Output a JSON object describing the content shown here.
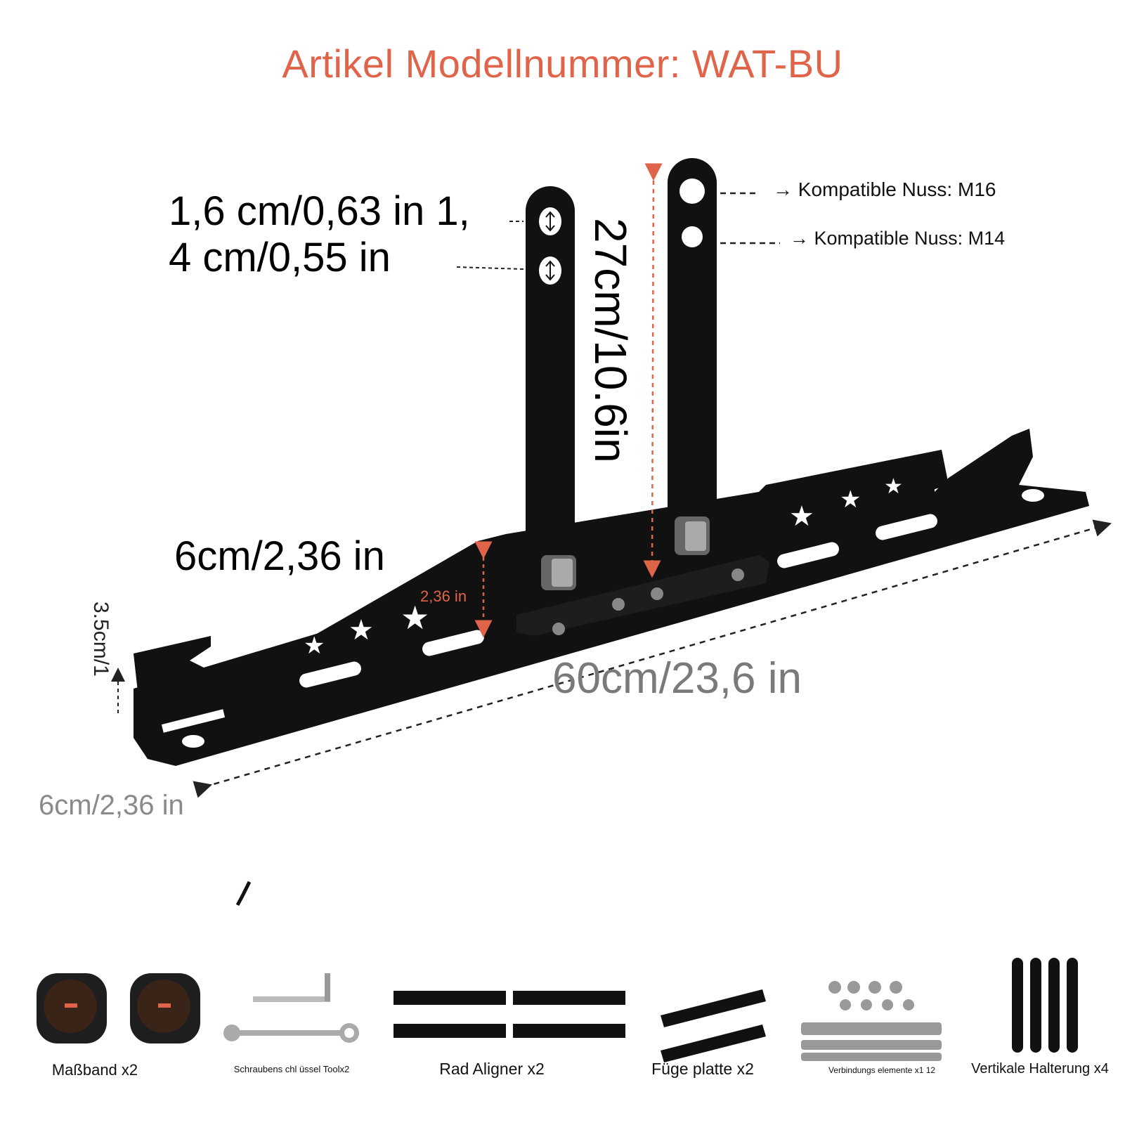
{
  "title": "Artikel Modellnummer: WAT-BU",
  "dimensions": {
    "hole_sizes_line1": "1,6 cm/0,63 in 1,",
    "hole_sizes_line2": "4 cm/0,55 in",
    "nut_m16": "→ Kompatible Nuss: M16",
    "nut_m14": "→ Kompatible Nuss: M14",
    "height": "27cm/10.6in",
    "width_6cm": "6cm/2,36 in",
    "small_236": "2,36 in",
    "height_35": "3.5cm/1",
    "length_60": "60cm/23,6 in",
    "width_6cm_bottom": "6cm/2,36 in"
  },
  "accessories": [
    {
      "label": "Maßband x2"
    },
    {
      "label": "Schraubens chl üssel Toolx2"
    },
    {
      "label": "Rad Aligner x2"
    },
    {
      "label": "Füge platte x2"
    },
    {
      "label": "Verbindungs elemente x1 12"
    },
    {
      "label": "Vertikale Halterung x4"
    }
  ],
  "colors": {
    "accent": "#e0644a",
    "metal": "#111111",
    "dim_gray": "#7a7a7a"
  }
}
